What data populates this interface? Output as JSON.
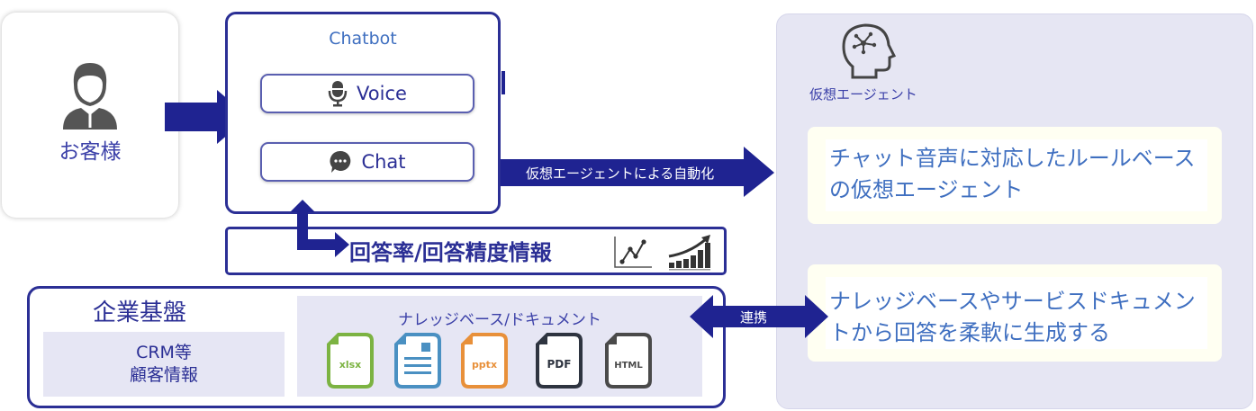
{
  "customer": {
    "label": "お客様",
    "icon": "user-icon"
  },
  "chatbot": {
    "title": "Chatbot",
    "channels": [
      {
        "label": "Voice",
        "icon": "microphone-icon"
      },
      {
        "label": "Chat",
        "icon": "chat-bubble-icon"
      }
    ]
  },
  "automation_arrow": {
    "label": "仮想エージェントによる自動化"
  },
  "metrics": {
    "label": "回答率/回答精度情報",
    "icons": [
      "line-chart-icon",
      "growth-bar-chart-icon"
    ]
  },
  "enterprise": {
    "title": "企業基盤",
    "crm": {
      "line1": "CRM等",
      "line2": "顧客情報"
    },
    "knowledge_base": {
      "title": "ナレッジベース/ドキュメント",
      "files": [
        {
          "label": "xlsx",
          "color": "#7cb342"
        },
        {
          "label": "",
          "color": "#4a90c2"
        },
        {
          "label": "pptx",
          "color": "#e8903a"
        },
        {
          "label": "PDF",
          "color": "#2e3440"
        },
        {
          "label": "HTML",
          "color": "#4a4a4a"
        }
      ]
    }
  },
  "link_arrow": {
    "label": "連携"
  },
  "agent": {
    "label": "仮想エージェント",
    "icon": "ai-head-icon",
    "cards": [
      {
        "text": "チャット音声に対応したルールベースの仮想エージェント"
      },
      {
        "text": "ナレッジベースやサービスドキュメントから回答を柔軟に生成する"
      }
    ]
  },
  "colors": {
    "primary": "#2b2f95",
    "accent_text": "#3f6fc0",
    "panel_bg": "#e6e6f3"
  }
}
